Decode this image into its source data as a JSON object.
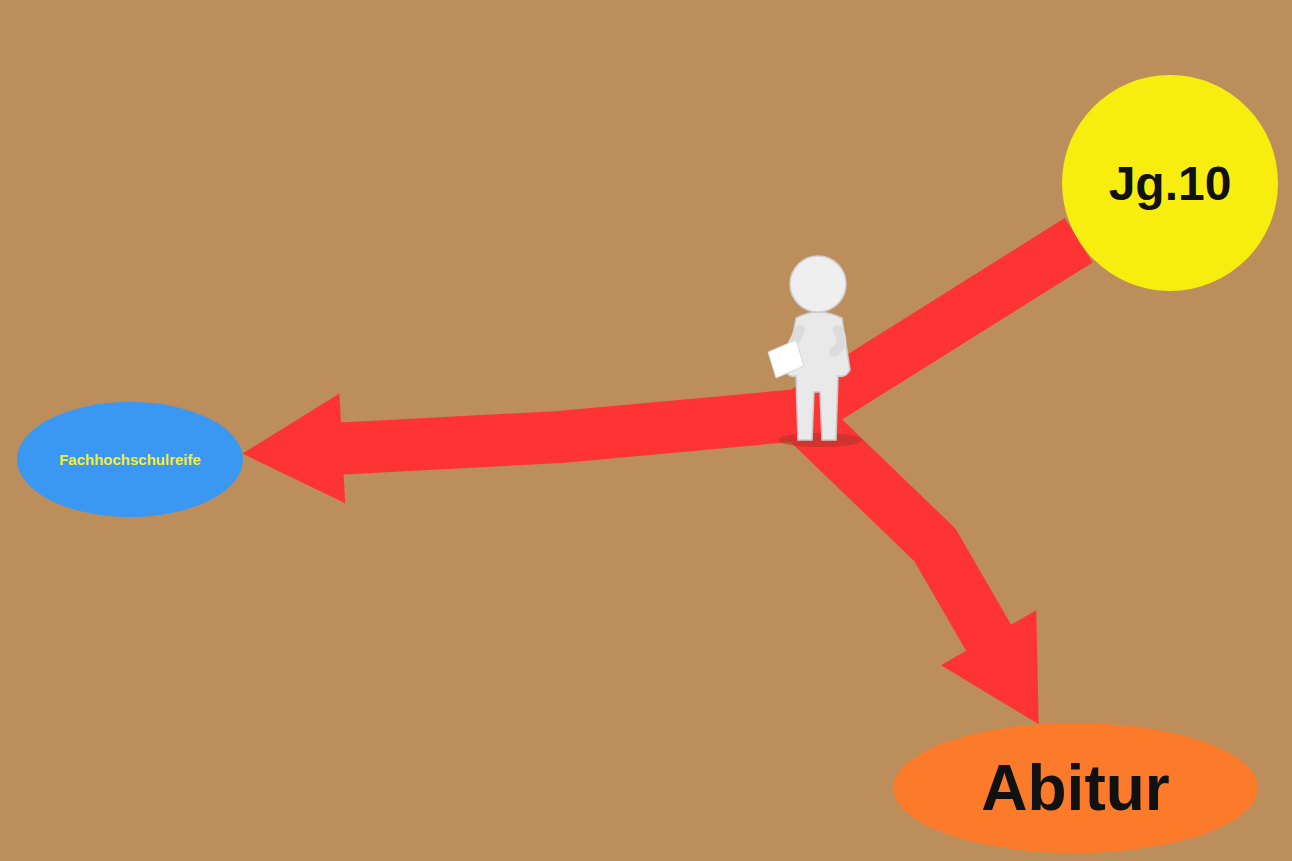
{
  "diagram": {
    "nodes": [
      {
        "text": [
          "Jg.10"
        ]
      },
      {
        "text": [
          "Fachhochschulreife"
        ]
      },
      {
        "text": [
          "Abitur"
        ]
      }
    ],
    "edges": [
      {
        "from": 0,
        "to": 1,
        "arrow": "to"
      },
      {
        "from": 0,
        "to": 2,
        "arrow": "to"
      }
    ]
  }
}
